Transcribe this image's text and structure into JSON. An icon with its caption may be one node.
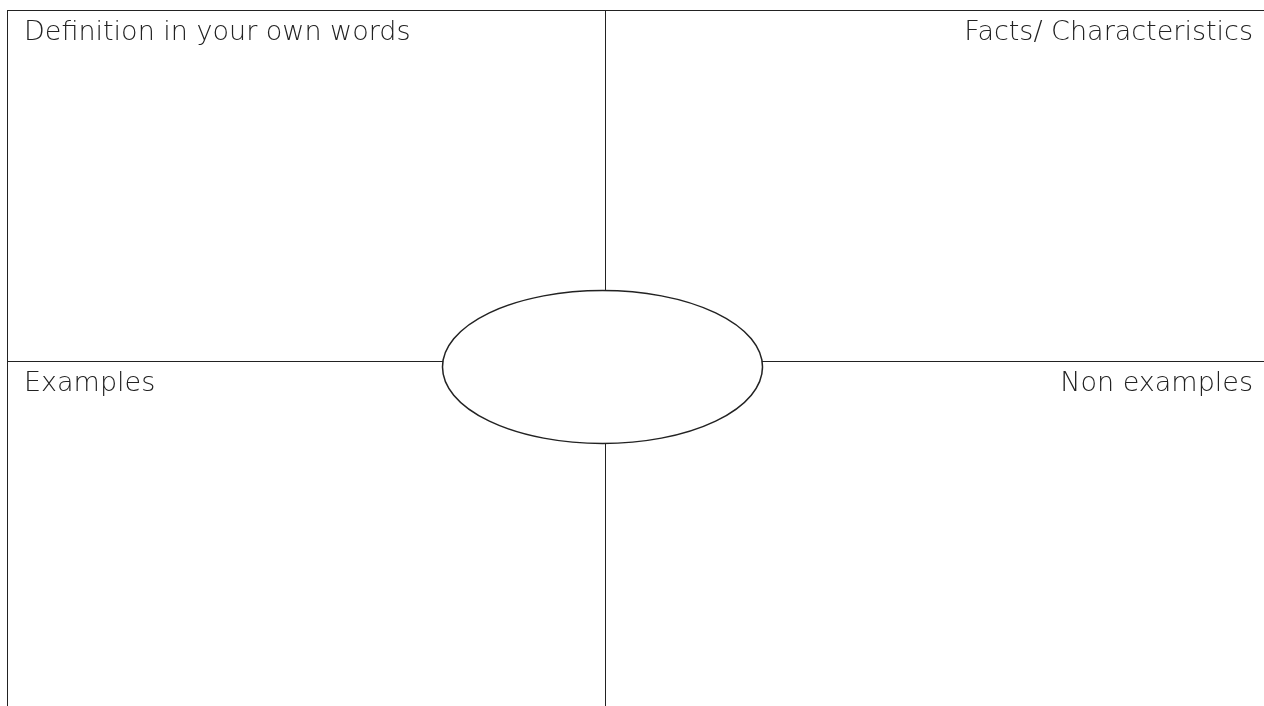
{
  "diagram": {
    "nodes": [
      {
        "text": [
          "Definition in your own words"
        ]
      },
      {
        "text": [
          "Facts/ Characteristics"
        ]
      },
      {
        "text": [
          "Examples"
        ]
      },
      {
        "text": [
          "Non examples"
        ]
      },
      {
        "text": [],
        "shape": "ellipse"
      }
    ]
  }
}
